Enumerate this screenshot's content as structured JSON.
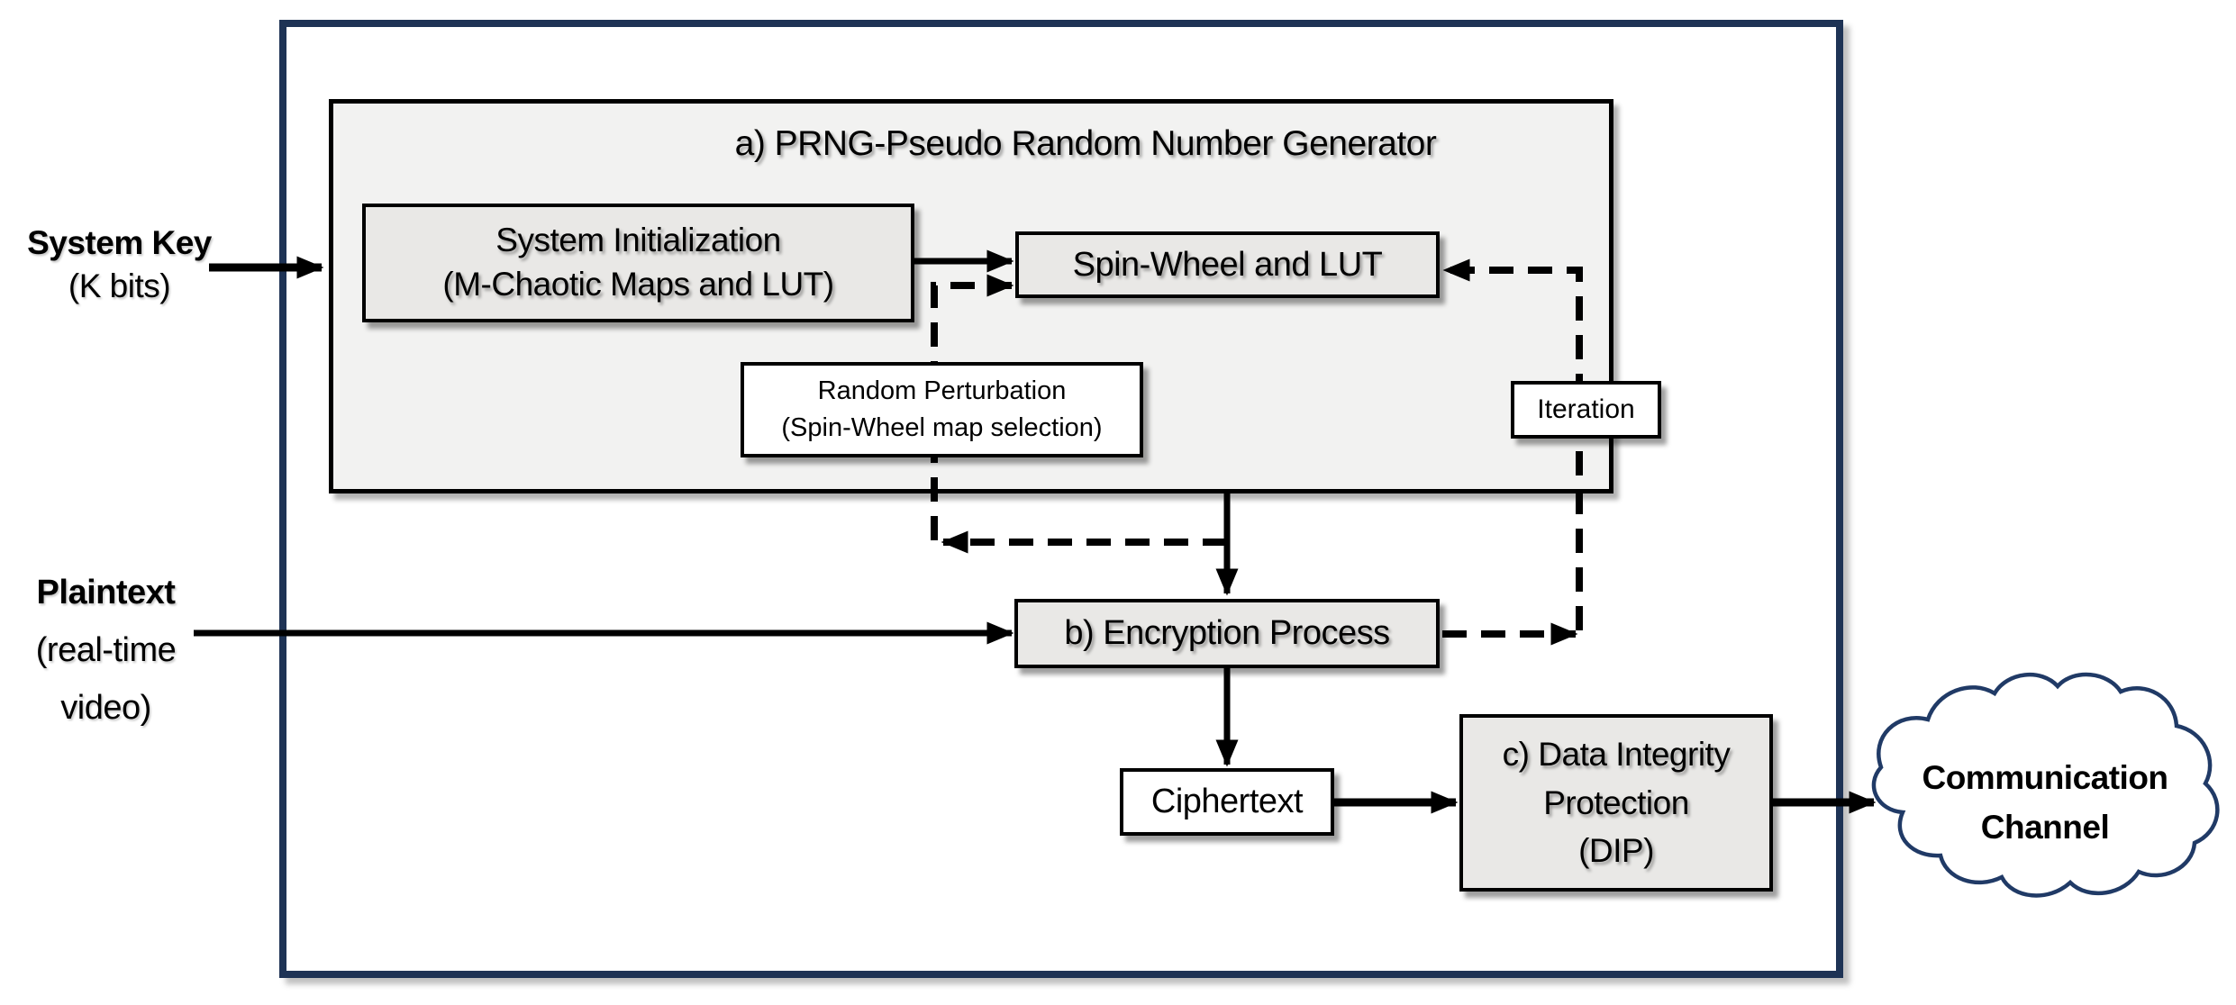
{
  "colors": {
    "outer_border": "#1e3355",
    "cloud_outline": "#203a66",
    "panel_fill": "#f2f2f1",
    "box_fill_gray": "#e9e8e6",
    "arrow": "#000000"
  },
  "labels": {
    "system_key": {
      "title": "System Key",
      "subtitle": "(K bits)"
    },
    "plaintext": {
      "title": "Plaintext",
      "lines": [
        "(real-time",
        "video)"
      ]
    }
  },
  "prng": {
    "title": "a) PRNG-Pseudo Random Number Generator",
    "system_initialization": {
      "lines": [
        "System Initialization",
        "(M-Chaotic Maps and LUT)"
      ]
    },
    "spin_wheel": {
      "label": "Spin-Wheel and LUT"
    },
    "random_perturbation": {
      "lines": [
        "Random Perturbation",
        "(Spin-Wheel map selection)"
      ]
    },
    "iteration": {
      "label": "Iteration"
    }
  },
  "encryption": {
    "label": "b) Encryption Process"
  },
  "ciphertext": {
    "label": "Ciphertext"
  },
  "dip": {
    "lines": [
      "c) Data Integrity",
      "Protection",
      "(DIP)"
    ]
  },
  "cloud": {
    "lines": [
      "Communication",
      "Channel"
    ]
  }
}
